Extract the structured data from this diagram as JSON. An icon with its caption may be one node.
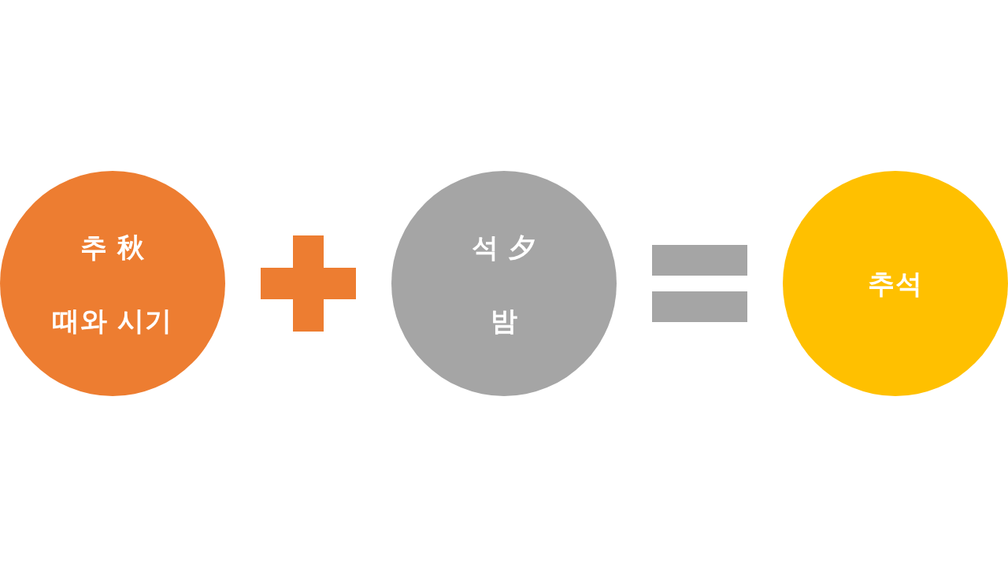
{
  "diagram": {
    "nodes": [
      {
        "text": [
          "추 秋",
          "때와 시기"
        ]
      },
      {
        "text": [
          "석 夕",
          "밤"
        ]
      },
      {
        "text": [
          "추석"
        ]
      }
    ]
  }
}
